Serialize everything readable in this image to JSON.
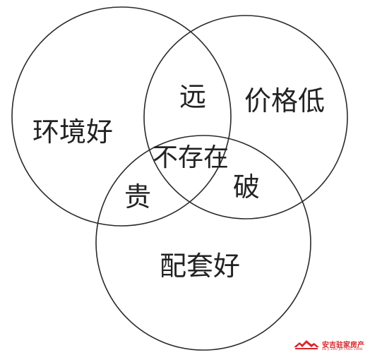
{
  "diagram": {
    "type": "venn-3",
    "sets": [
      {
        "id": "environment",
        "label": "环境好"
      },
      {
        "id": "price",
        "label": "价格低"
      },
      {
        "id": "amenities",
        "label": "配套好"
      }
    ],
    "regions": {
      "environment_price": "远",
      "environment_amenities": "贵",
      "price_amenities": "破",
      "all_three": "不存在"
    }
  },
  "watermark": {
    "text": "安吉驻家房产",
    "subtext": "AN JI ZHU JIA FANG CHAN",
    "color": "#d7262b"
  },
  "style": {
    "stroke_color": "#2a2a2a",
    "text_color": "#222222",
    "background": "#ffffff"
  }
}
